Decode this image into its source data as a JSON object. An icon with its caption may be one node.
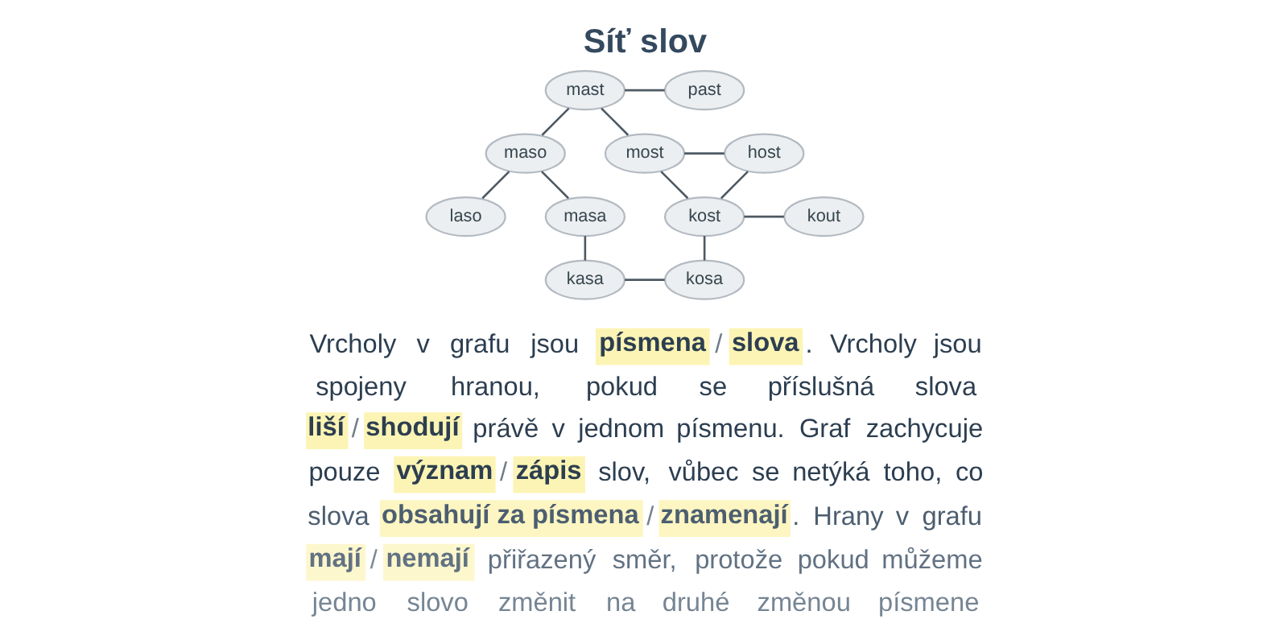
{
  "diagram": {
    "title": "Síť slov",
    "nodes": [
      {
        "text": [
          "mast"
        ]
      },
      {
        "text": [
          "past"
        ]
      },
      {
        "text": [
          "maso"
        ]
      },
      {
        "text": [
          "most"
        ]
      },
      {
        "text": [
          "host"
        ]
      },
      {
        "text": [
          "laso"
        ]
      },
      {
        "text": [
          "masa"
        ]
      },
      {
        "text": [
          "kost"
        ]
      },
      {
        "text": [
          "kout"
        ]
      },
      {
        "text": [
          "kasa"
        ]
      },
      {
        "text": [
          "kosa"
        ]
      }
    ],
    "edges": [
      {
        "from": 0,
        "to": 1,
        "arrow": "none"
      },
      {
        "from": 0,
        "to": 2,
        "arrow": "none"
      },
      {
        "from": 0,
        "to": 3,
        "arrow": "none"
      },
      {
        "from": 3,
        "to": 4,
        "arrow": "none"
      },
      {
        "from": 2,
        "to": 5,
        "arrow": "none"
      },
      {
        "from": 2,
        "to": 6,
        "arrow": "none"
      },
      {
        "from": 3,
        "to": 7,
        "arrow": "none"
      },
      {
        "from": 4,
        "to": 7,
        "arrow": "none"
      },
      {
        "from": 7,
        "to": 8,
        "arrow": "none"
      },
      {
        "from": 6,
        "to": 9,
        "arrow": "none"
      },
      {
        "from": 7,
        "to": 10,
        "arrow": "none"
      },
      {
        "from": 9,
        "to": 10,
        "arrow": "none"
      }
    ],
    "labels": [
      "Vrcholy v grafu jsou **písmena**/**slova**. Vrcholy jsou spojeny hranou, pokud se příslušná slova **liší**/**shodují** právě v jednom písmenu. Graf zachycuje pouze **význam**/**zápis** slov, vůbec se netýká toho, co slova **obsahují za písmena**/**znamenají**. Hrany v grafu **mají**/**nemají** přiřazený směr, protože pokud můžeme jedno slovo změnit na druhé změnou písmene"
    ]
  }
}
